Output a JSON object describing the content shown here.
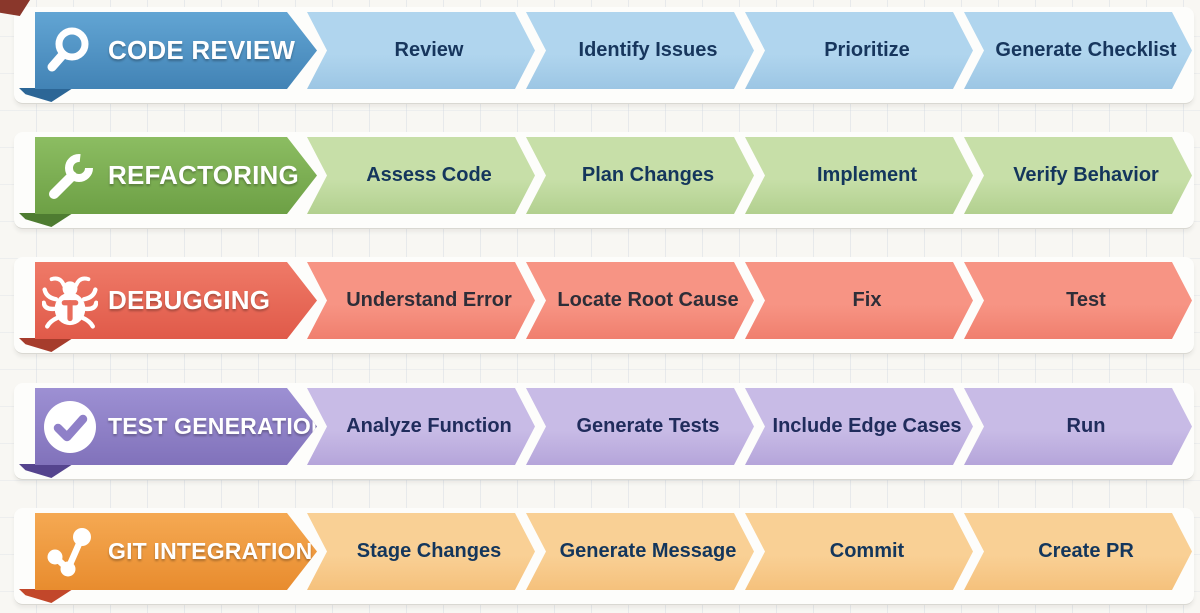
{
  "decor": {
    "corner_fold": "#8a372b"
  },
  "rows": [
    {
      "id": "code-review",
      "label": "CODE REVIEW",
      "icon": "magnifier-icon",
      "steps": [
        "Review",
        "Identify Issues",
        "Prioritize",
        "Generate Checklist"
      ],
      "colors": {
        "header_top": "#62a5d4",
        "header_bottom": "#4283b5",
        "step_top": "#b0d5ee",
        "step_bottom": "#9cc6e4",
        "step_text": "#17365d",
        "fold": "#2c6696"
      }
    },
    {
      "id": "refactoring",
      "label": "REFACTORING",
      "icon": "wrench-icon",
      "steps": [
        "Assess Code",
        "Plan Changes",
        "Implement",
        "Verify Behavior"
      ],
      "colors": {
        "header_top": "#8cbd62",
        "header_bottom": "#6da045",
        "step_top": "#c7dfa8",
        "step_bottom": "#b2d08f",
        "step_text": "#14365c",
        "fold": "#4e7c31"
      }
    },
    {
      "id": "debugging",
      "label": "DEBUGGING",
      "icon": "bug-icon",
      "steps": [
        "Understand Error",
        "Locate Root Cause",
        "Fix",
        "Test"
      ],
      "colors": {
        "header_top": "#ef7a68",
        "header_bottom": "#e05a49",
        "step_top": "#f79484",
        "step_bottom": "#f07f6e",
        "step_text": "#2e2e38",
        "fold": "#a63c2c"
      }
    },
    {
      "id": "test-generation",
      "label": "TEST GENERATION",
      "icon": "check-circle-icon",
      "steps": [
        "Analyze Function",
        "Generate Tests",
        "Include Edge Cases",
        "Run"
      ],
      "colors": {
        "header_top": "#9d90d3",
        "header_bottom": "#8172bb",
        "step_top": "#c8bbe6",
        "step_bottom": "#b5a5da",
        "step_text": "#202c5c",
        "fold": "#55448e"
      }
    },
    {
      "id": "git-integration",
      "label": "GIT INTEGRATION",
      "icon": "git-branch-icon",
      "steps": [
        "Stage Changes",
        "Generate Message",
        "Commit",
        "Create PR"
      ],
      "colors": {
        "header_top": "#f5a953",
        "header_bottom": "#e88c2e",
        "step_top": "#f9d095",
        "step_bottom": "#f5c17c",
        "step_text": "#14365c",
        "fold": "#c2472a"
      }
    }
  ]
}
